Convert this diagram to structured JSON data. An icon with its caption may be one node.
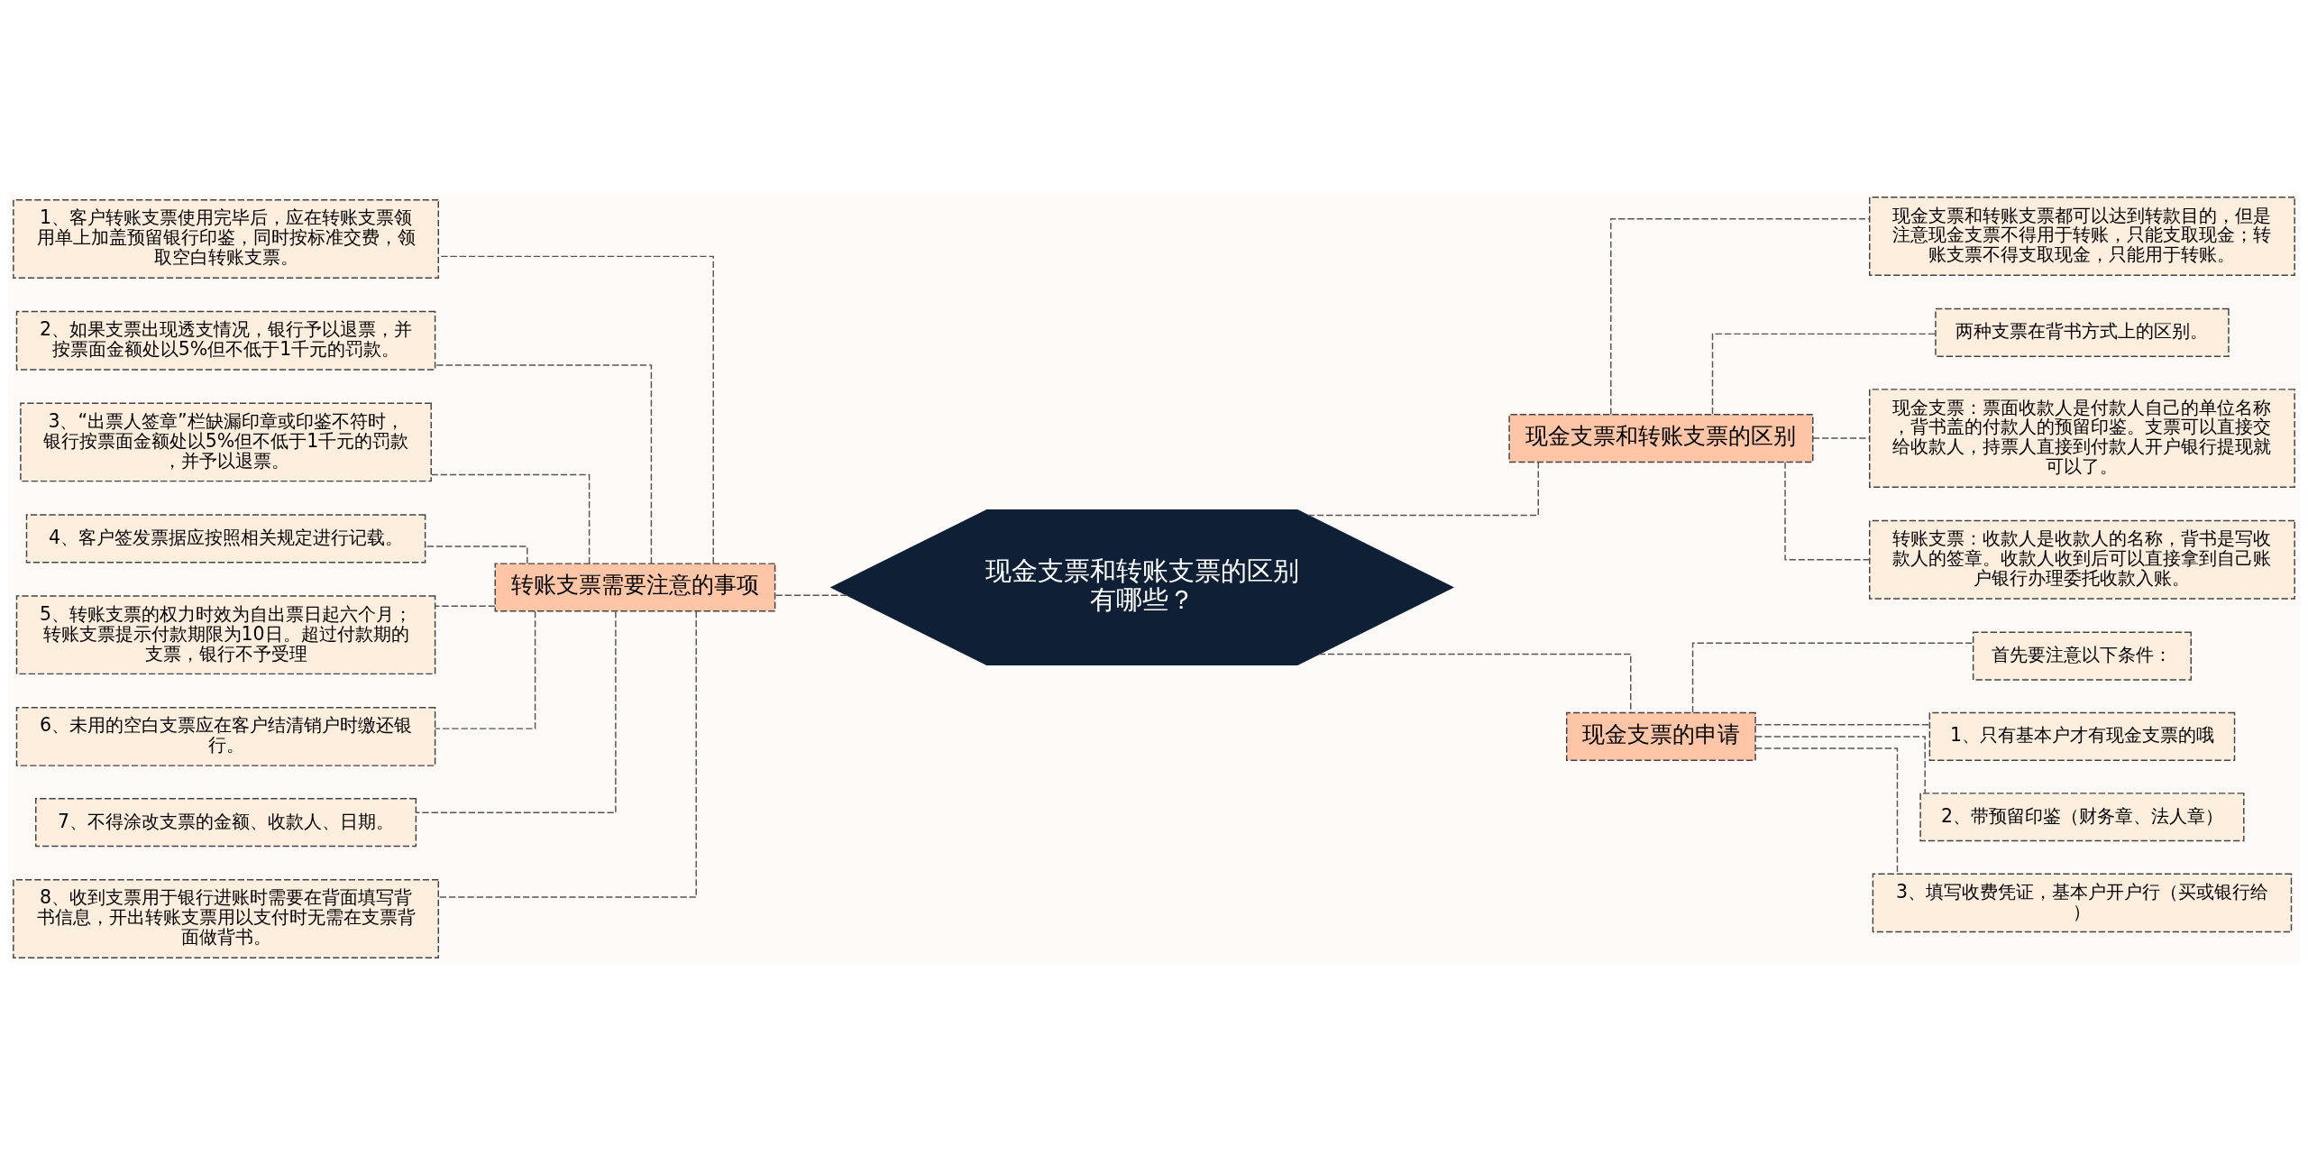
{
  "diagram": {
    "nodes": [
      {
        "text": [
          "现金支票和转账支票的区别有哪些？"
        ]
      },
      {
        "text": [
          "转账支票需要注意的事项"
        ]
      },
      {
        "text": [
          "1、客户转账支票使用完毕后，应在转账支票领用单上加盖预留银行印鉴，同时按标准交费，领取空白转账支票。"
        ]
      },
      {
        "text": [
          "2、如果支票出现透支情况，银行予以退票，并按票面金额处以5%但不低于1千元的罚款。"
        ]
      },
      {
        "text": [
          "3、“出票人签章”栏缺漏印章或印鉴不符时，银行按票面金额处以5%但不低于1千元的罚款，并予以退票。"
        ]
      },
      {
        "text": [
          "4、客户签发票据应按照相关规定进行记载。"
        ]
      },
      {
        "text": [
          "5、转账支票的权力时效为自出票日起六个月；转账支票提示付款期限为10日。超过付款期的支票，银行不予受理"
        ]
      },
      {
        "text": [
          "6、未用的空白支票应在客户结清销户时缴还银行。"
        ]
      },
      {
        "text": [
          "7、不得涂改支票的金额、收款人、日期。"
        ]
      },
      {
        "text": [
          "8、收到支票用于银行进账时需要在背面填写背书信息，开出转账支票用以支付时无需在支票背面做背书。"
        ]
      },
      {
        "text": [
          "现金支票和转账支票的区别"
        ]
      },
      {
        "text": [
          "现金支票和转账支票都可以达到转款目的，但是注意现金支票不得用于转账，只能支取现金；转账支票不得支取现金，只能用于转账。"
        ]
      },
      {
        "text": [
          "两种支票在背书方式上的区别。"
        ]
      },
      {
        "text": [
          "现金支票：票面收款人是付款人自己的单位名称，背书盖的付款人的预留印鉴。支票可以直接交给收款人，持票人直接到付款人开户银行提现就可以了。"
        ]
      },
      {
        "text": [
          "转账支票：收款人是收款人的名称，背书是写收款人的签章。收款人收到后可以直接拿到自己账户银行办理委托收款入账。"
        ]
      },
      {
        "text": [
          "现金支票的申请"
        ]
      },
      {
        "text": [
          "首先要注意以下条件："
        ]
      },
      {
        "text": [
          "1、只有基本户才有现金支票的哦"
        ]
      },
      {
        "text": [
          "2、带预留印鉴（财务章、法人章）"
        ]
      },
      {
        "text": [
          "3、填写收费凭证，基本户开户行（买或银行给）"
        ]
      }
    ],
    "edges": [
      {
        "from": 0,
        "to": 1,
        "arrow": "none",
        "style": "dashed"
      },
      {
        "from": 1,
        "to": 2,
        "arrow": "none",
        "style": "dashed"
      },
      {
        "from": 1,
        "to": 3,
        "arrow": "none",
        "style": "dashed"
      },
      {
        "from": 1,
        "to": 4,
        "arrow": "none",
        "style": "dashed"
      },
      {
        "from": 1,
        "to": 5,
        "arrow": "none",
        "style": "dashed"
      },
      {
        "from": 1,
        "to": 6,
        "arrow": "none",
        "style": "dashed"
      },
      {
        "from": 1,
        "to": 7,
        "arrow": "none",
        "style": "dashed"
      },
      {
        "from": 1,
        "to": 8,
        "arrow": "none",
        "style": "dashed"
      },
      {
        "from": 1,
        "to": 9,
        "arrow": "none",
        "style": "dashed"
      },
      {
        "from": 0,
        "to": 10,
        "arrow": "none",
        "style": "dashed"
      },
      {
        "from": 10,
        "to": 11,
        "arrow": "none",
        "style": "dashed"
      },
      {
        "from": 10,
        "to": 12,
        "arrow": "none",
        "style": "dashed"
      },
      {
        "from": 10,
        "to": 13,
        "arrow": "none",
        "style": "dashed"
      },
      {
        "from": 10,
        "to": 14,
        "arrow": "none",
        "style": "dashed"
      },
      {
        "from": 0,
        "to": 15,
        "arrow": "none",
        "style": "dashed"
      },
      {
        "from": 15,
        "to": 16,
        "arrow": "none",
        "style": "dashed"
      },
      {
        "from": 15,
        "to": 17,
        "arrow": "none",
        "style": "dashed"
      },
      {
        "from": 15,
        "to": 18,
        "arrow": "none",
        "style": "dashed"
      },
      {
        "from": 15,
        "to": 19,
        "arrow": "none",
        "style": "dashed"
      }
    ]
  }
}
